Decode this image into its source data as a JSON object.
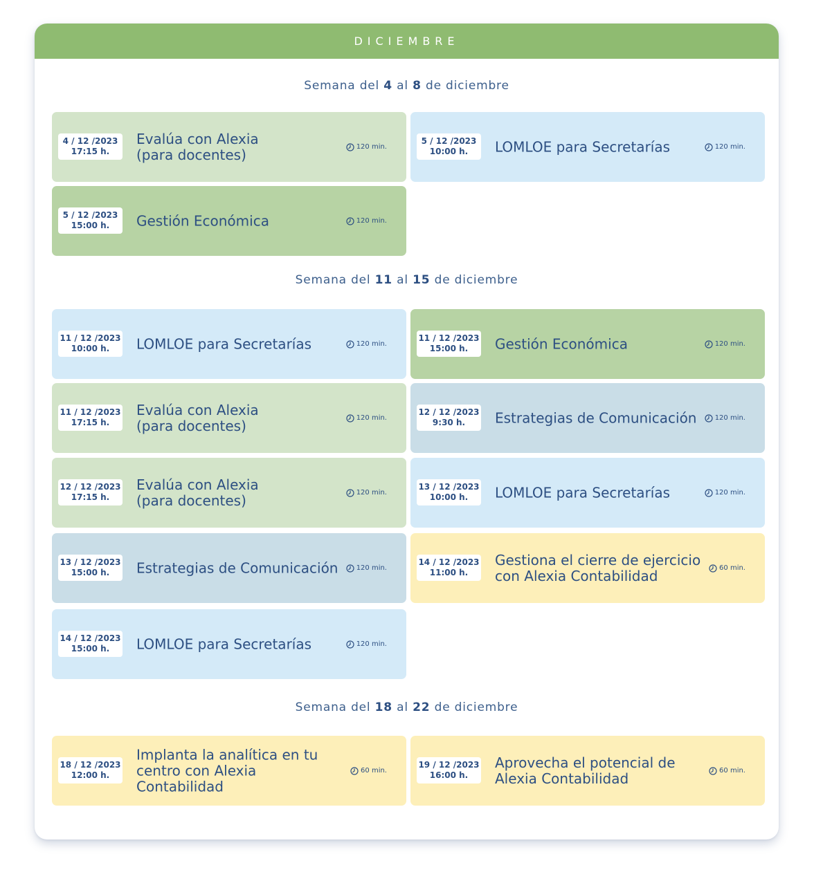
{
  "month": "DICIEMBRE",
  "weeks": [
    {
      "prefix": "Semana del",
      "start": "4",
      "mid": "al",
      "end": "8",
      "suffix": "de diciembre"
    },
    {
      "prefix": "Semana del",
      "start": "11",
      "mid": "al",
      "end": "15",
      "suffix": "de diciembre"
    },
    {
      "prefix": "Semana del",
      "start": "18",
      "mid": "al",
      "end": "22",
      "suffix": "de diciembre"
    }
  ],
  "events": [
    {
      "date": "4 / 12 /2023",
      "time": "17:15 h.",
      "title_lines": [
        "Evalúa con Alexia",
        "(para docentes)"
      ],
      "duration": "120 min.",
      "color": "#d3e4c9"
    },
    {
      "date": "5 / 12 /2023",
      "time": "10:00 h.",
      "title_lines": [
        "LOMLOE para Secretarías"
      ],
      "duration": "120 min.",
      "color": "#d4eaf8"
    },
    {
      "date": "5 / 12 /2023",
      "time": "15:00 h.",
      "title_lines": [
        "Gestión Económica"
      ],
      "duration": "120 min.",
      "color": "#b7d3a4"
    },
    {
      "date": "11 / 12 /2023",
      "time": "10:00 h.",
      "title_lines": [
        "LOMLOE para Secretarías"
      ],
      "duration": "120 min.",
      "color": "#d4eaf8"
    },
    {
      "date": "11 / 12 /2023",
      "time": "15:00 h.",
      "title_lines": [
        "Gestión Económica"
      ],
      "duration": "120 min.",
      "color": "#b7d3a4"
    },
    {
      "date": "11 / 12 /2023",
      "time": "17:15 h.",
      "title_lines": [
        "Evalúa con Alexia",
        "(para docentes)"
      ],
      "duration": "120 min.",
      "color": "#d3e4c9"
    },
    {
      "date": "12 / 12 /2023",
      "time": "9:30 h.",
      "title_lines": [
        "Estrategias de Comunicación"
      ],
      "duration": "120 min.",
      "color": "#c9dde7"
    },
    {
      "date": "12 / 12 /2023",
      "time": "17:15 h.",
      "title_lines": [
        "Evalúa con Alexia",
        "(para docentes)"
      ],
      "duration": "120 min.",
      "color": "#d3e4c9"
    },
    {
      "date": "13 / 12 /2023",
      "time": "10:00 h.",
      "title_lines": [
        "LOMLOE para Secretarías"
      ],
      "duration": "120 min.",
      "color": "#d4eaf8"
    },
    {
      "date": "13 / 12 /2023",
      "time": "15:00 h.",
      "title_lines": [
        "Estrategias de Comunicación"
      ],
      "duration": "120 min.",
      "color": "#c9dde7"
    },
    {
      "date": "14 / 12 /2023",
      "time": "11:00 h.",
      "title_lines": [
        "Gestiona el cierre de ejercicio",
        "con Alexia Contabilidad"
      ],
      "duration": "60 min.",
      "color": "#fdefb9"
    },
    {
      "date": "14 / 12 /2023",
      "time": "15:00 h.",
      "title_lines": [
        "LOMLOE para Secretarías"
      ],
      "duration": "120 min.",
      "color": "#d4eaf8"
    },
    {
      "date": "18 / 12 /2023",
      "time": "12:00 h.",
      "title_lines": [
        "Implanta la analítica en tu",
        "centro con Alexia Contabilidad"
      ],
      "duration": "60 min.",
      "color": "#fdefb9"
    },
    {
      "date": "19 / 12 /2023",
      "time": "16:00 h.",
      "title_lines": [
        "Aprovecha el potencial de",
        "Alexia Contabilidad"
      ],
      "duration": "60 min.",
      "color": "#fdefb9"
    }
  ],
  "icons": {
    "duration": "clock-icon"
  }
}
